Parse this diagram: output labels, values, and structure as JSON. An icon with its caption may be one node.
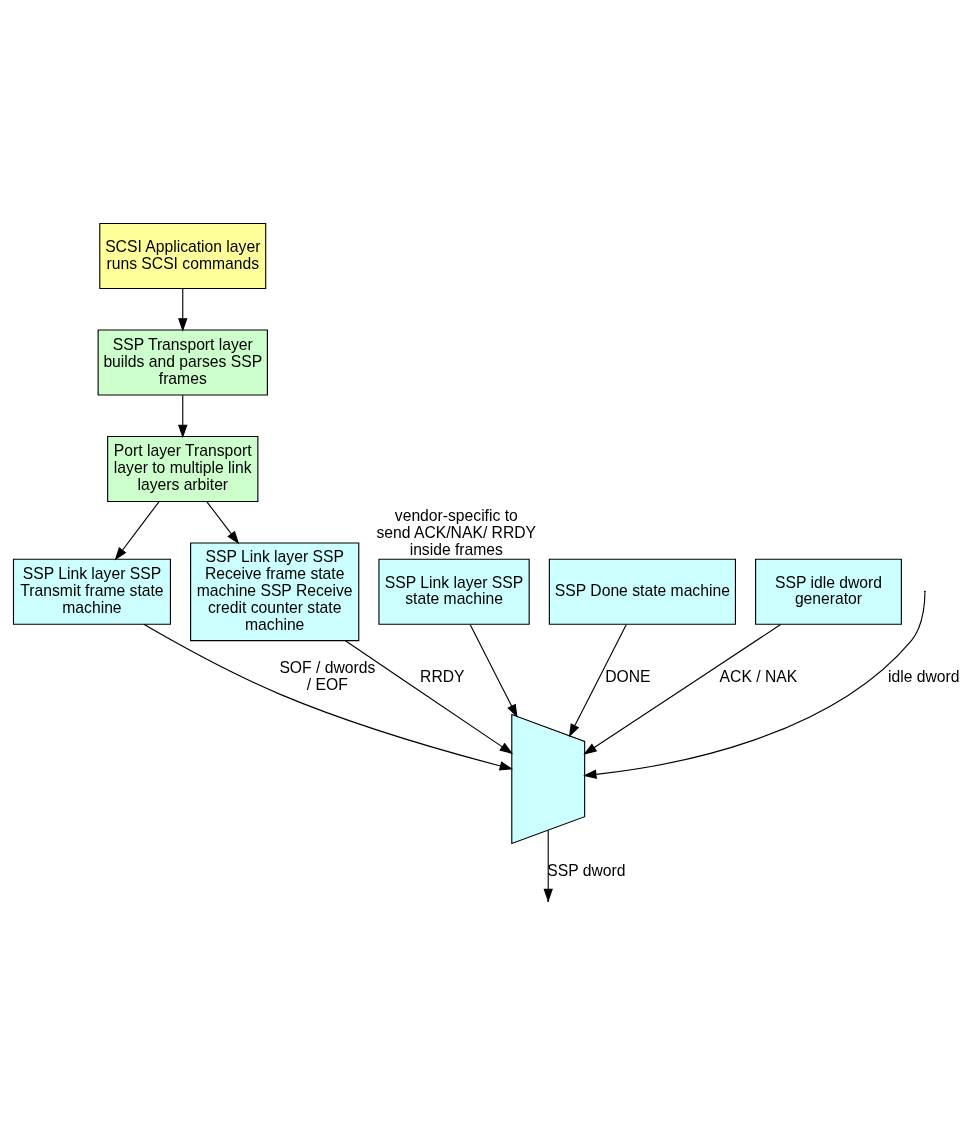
{
  "diagram": {
    "nodes": [
      {
        "text": [
          "SCSI Application layer runs SCSI commands"
        ]
      },
      {
        "text": [
          "SSP Transport layer builds and parses SSP frames"
        ]
      },
      {
        "text": [
          "SSP Link layer SSP state machine"
        ],
        "beside": [
          "vendor-specific to send ACK/NAK/ RRDY inside frames"
        ]
      },
      {
        "text": [
          "Port layer Transport layer to multiple link layers arbiter"
        ]
      },
      {
        "text": [
          "SSP Link layer SSP Transmit frame state machine"
        ]
      },
      {
        "text": [
          "SSP Done state machine"
        ]
      },
      {
        "text": [
          "SSP idle dword generator"
        ]
      },
      {
        "text": [
          "SSP Link layer SSP Receive frame state machine SSP Receive credit counter state machine"
        ]
      },
      {
        "text": [],
        "shape": "trapezoid"
      }
    ],
    "edges": [
      {
        "from": 0,
        "to": 1,
        "arrow": "to"
      },
      {
        "from": 1,
        "to": 3,
        "arrow": "to"
      },
      {
        "from": 3,
        "to": 4,
        "arrow": "to"
      },
      {
        "from": 3,
        "to": 7,
        "arrow": "to"
      },
      {
        "from": 4,
        "to": 8,
        "arrow": "to",
        "label": "SOF / dwords / EOF"
      },
      {
        "from": 2,
        "to": 8,
        "arrow": "to"
      },
      {
        "from": 5,
        "to": 8,
        "arrow": "to",
        "label": "DONE"
      },
      {
        "from": null,
        "to": 8,
        "arrow": "to",
        "label": "idle dword"
      },
      {
        "from": 6,
        "to": 8,
        "arrow": "to",
        "label": "ACK / NAK"
      },
      {
        "from": 7,
        "to": 8,
        "arrow": "to",
        "label": "RRDY"
      },
      {
        "from": 8,
        "to": null,
        "arrow": "to",
        "label": "SSP dword"
      }
    ]
  }
}
